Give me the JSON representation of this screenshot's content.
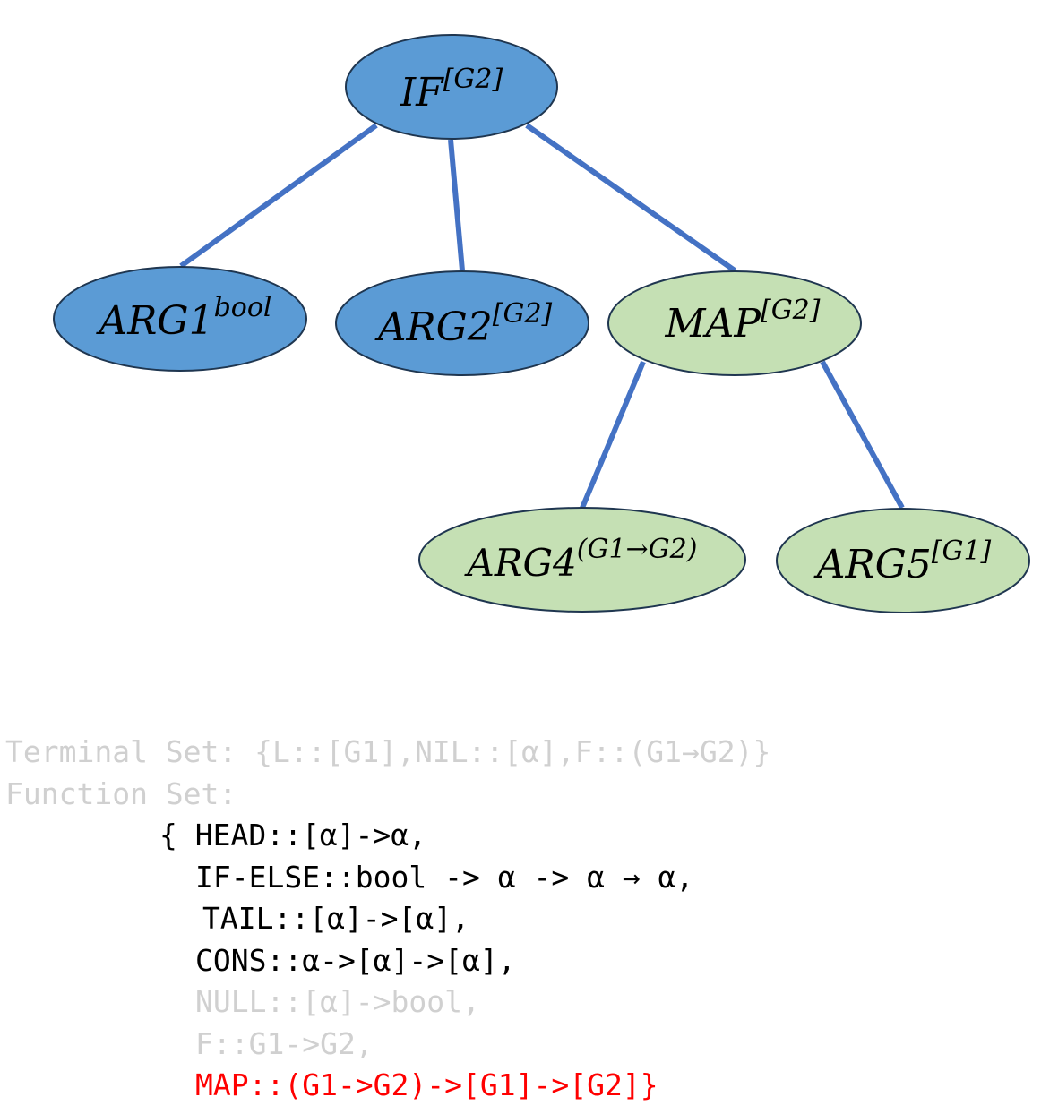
{
  "colors": {
    "edge": "#4472c4",
    "blue_fill": "#5b9bd5",
    "green_fill": "#c5e0b4",
    "node_stroke": "#1f3650",
    "muted_text": "#d0d0d0",
    "highlight_text": "#ff0000"
  },
  "tree": {
    "nodes": [
      {
        "id": "if",
        "base": "IF",
        "sup": "[G2]",
        "fill": "blue"
      },
      {
        "id": "arg1",
        "base": "ARG1",
        "sup": "bool",
        "fill": "blue"
      },
      {
        "id": "arg2",
        "base": "ARG2",
        "sup": "[G2]",
        "fill": "blue"
      },
      {
        "id": "map",
        "base": "MAP",
        "sup": "[G2]",
        "fill": "green"
      },
      {
        "id": "arg4",
        "base": "ARG4",
        "sup": "(G1→G2)",
        "fill": "green"
      },
      {
        "id": "arg5",
        "base": "ARG5",
        "sup": "[G1]",
        "fill": "green"
      }
    ],
    "edges": [
      [
        "if",
        "arg1"
      ],
      [
        "if",
        "arg2"
      ],
      [
        "if",
        "map"
      ],
      [
        "map",
        "arg4"
      ],
      [
        "map",
        "arg5"
      ]
    ]
  },
  "sets": {
    "terminal_line": "Terminal Set: {L::[G1],NIL::[α],F::(G1→G2)}",
    "function_heading": "Function Set:",
    "function_lines": [
      "{ HEAD::[α]->α,",
      "IF-ELSE::bool -> α -> α → α,",
      "TAIL::[α]->[α],",
      "CONS::α->[α]->[α],",
      "NULL::[α]->bool,",
      "F::G1->G2,",
      "MAP::(G1->G2)->[G1]->[G2]}"
    ]
  }
}
